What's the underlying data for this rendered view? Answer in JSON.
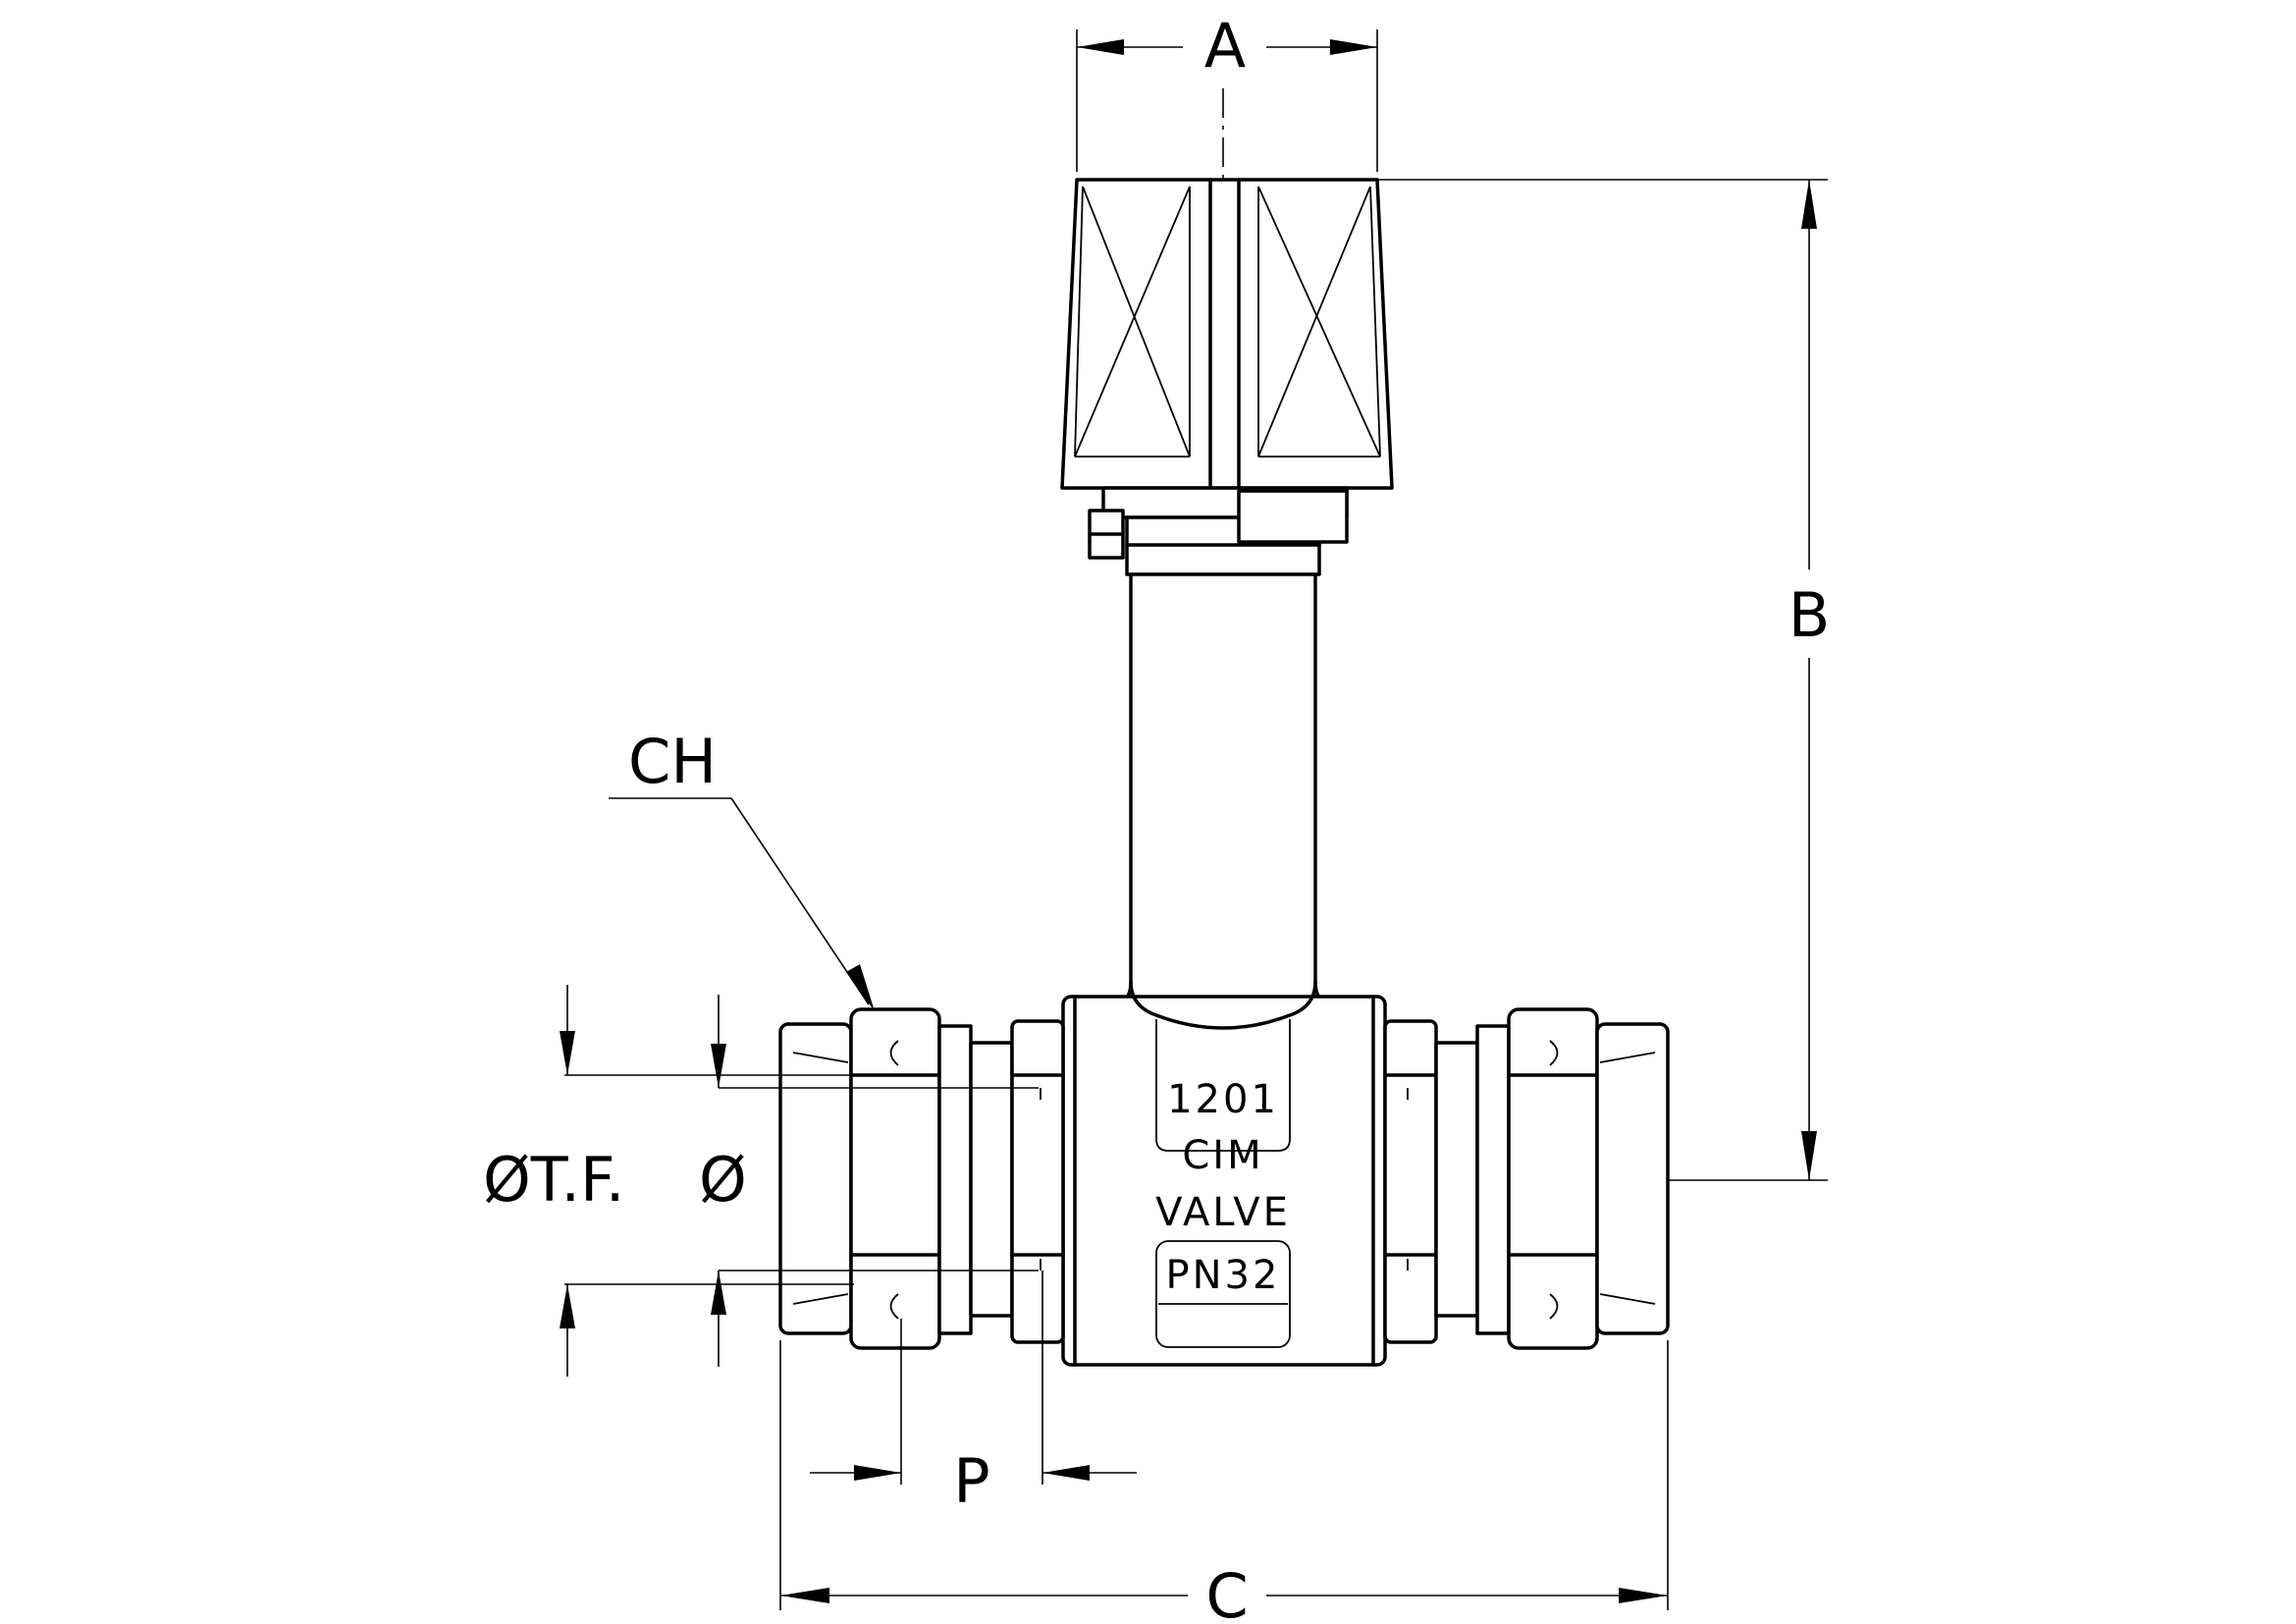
{
  "dimensions": {
    "a": "A",
    "b": "B",
    "c": "C",
    "p": "P",
    "ch": "CH",
    "tf": "ØT.F.",
    "dia": "Ø"
  },
  "marking": {
    "model": "1201",
    "brand": "CIM",
    "type": "VALVE",
    "pressure": "PN32"
  }
}
